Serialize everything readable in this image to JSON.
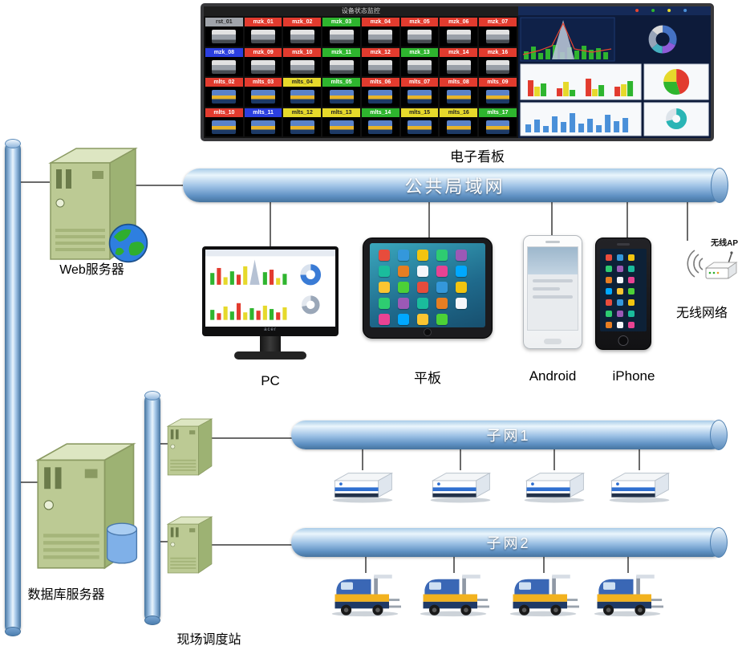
{
  "kanban": {
    "caption": "电子看板",
    "screen_title": "设备状态监控",
    "status_colors": {
      "red": "#e23b2e",
      "green": "#2eb52e",
      "yellow": "#e6d92b",
      "blue": "#2b3fe0",
      "gray": "#a0a4aa"
    },
    "cells": [
      {
        "label": "rst_01",
        "color": "gray",
        "type": "cart"
      },
      {
        "label": "mzk_01",
        "color": "red",
        "type": "cart"
      },
      {
        "label": "mzk_02",
        "color": "red",
        "type": "cart"
      },
      {
        "label": "mzk_03",
        "color": "green",
        "type": "cart"
      },
      {
        "label": "mzk_04",
        "color": "red",
        "type": "cart"
      },
      {
        "label": "mzk_05",
        "color": "red",
        "type": "cart"
      },
      {
        "label": "mzk_06",
        "color": "red",
        "type": "cart"
      },
      {
        "label": "mzk_07",
        "color": "red",
        "type": "cart"
      },
      {
        "label": "mzk_08",
        "color": "blue",
        "type": "cart"
      },
      {
        "label": "mzk_09",
        "color": "red",
        "type": "cart"
      },
      {
        "label": "mzk_10",
        "color": "red",
        "type": "cart"
      },
      {
        "label": "mzk_11",
        "color": "green",
        "type": "cart"
      },
      {
        "label": "mzk_12",
        "color": "red",
        "type": "cart"
      },
      {
        "label": "mzk_13",
        "color": "green",
        "type": "cart"
      },
      {
        "label": "mzk_14",
        "color": "red",
        "type": "cart"
      },
      {
        "label": "mzk_16",
        "color": "red",
        "type": "cart"
      },
      {
        "label": "mlts_02",
        "color": "red",
        "type": "agv"
      },
      {
        "label": "mlts_03",
        "color": "red",
        "type": "agv"
      },
      {
        "label": "mlts_04",
        "color": "yellow",
        "type": "agv"
      },
      {
        "label": "mlts_05",
        "color": "green",
        "type": "agv"
      },
      {
        "label": "mlts_06",
        "color": "red",
        "type": "agv"
      },
      {
        "label": "mlts_07",
        "color": "red",
        "type": "agv"
      },
      {
        "label": "mlts_08",
        "color": "red",
        "type": "agv"
      },
      {
        "label": "mlts_09",
        "color": "red",
        "type": "agv"
      },
      {
        "label": "mlts_10",
        "color": "red",
        "type": "agv"
      },
      {
        "label": "mlts_11",
        "color": "blue",
        "type": "agv"
      },
      {
        "label": "mlts_12",
        "color": "yellow",
        "type": "agv"
      },
      {
        "label": "mlts_13",
        "color": "yellow",
        "type": "agv"
      },
      {
        "label": "mlts_14",
        "color": "green",
        "type": "agv"
      },
      {
        "label": "mlts_15",
        "color": "yellow",
        "type": "agv"
      },
      {
        "label": "mlts_16",
        "color": "yellow",
        "type": "agv"
      },
      {
        "label": "mlts_17",
        "color": "green",
        "type": "agv"
      }
    ]
  },
  "network": {
    "lan_label": "公共局域网",
    "subnet1_label": "子网1",
    "subnet2_label": "子网2"
  },
  "nodes": {
    "web_server": "Web服务器",
    "db_server": "数据库服务器",
    "dispatch_station": "现场调度站",
    "pc": "PC",
    "pc_brand": "acer",
    "tablet": "平板",
    "android": "Android",
    "iphone": "iPhone",
    "wireless_ap": "无线AP",
    "wireless_network": "无线网络"
  }
}
